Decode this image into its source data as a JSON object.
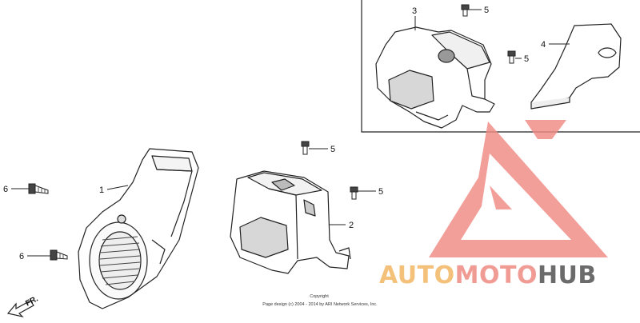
{
  "diagram": {
    "callouts": [
      {
        "id": "1",
        "label": "1"
      },
      {
        "id": "2",
        "label": "2"
      },
      {
        "id": "3",
        "label": "3"
      },
      {
        "id": "4",
        "label": "4"
      },
      {
        "id": "5a",
        "label": "5"
      },
      {
        "id": "5b",
        "label": "5"
      },
      {
        "id": "5c",
        "label": "5"
      },
      {
        "id": "5d",
        "label": "5"
      },
      {
        "id": "6a",
        "label": "6"
      },
      {
        "id": "6b",
        "label": "6"
      }
    ],
    "direction_label": "FR.",
    "copyright_line1": "Copyright",
    "copyright_line2": "Page design (c) 2004 - 2014 by ARI Network Services, Inc."
  },
  "watermark": {
    "brand_parts": [
      "AUTO",
      "MOTO",
      "HUB"
    ],
    "colors": {
      "auto": "#f4c17a",
      "moto": "#f09b93",
      "hub": "#6b6b6b",
      "logo": "#f08b84"
    }
  }
}
